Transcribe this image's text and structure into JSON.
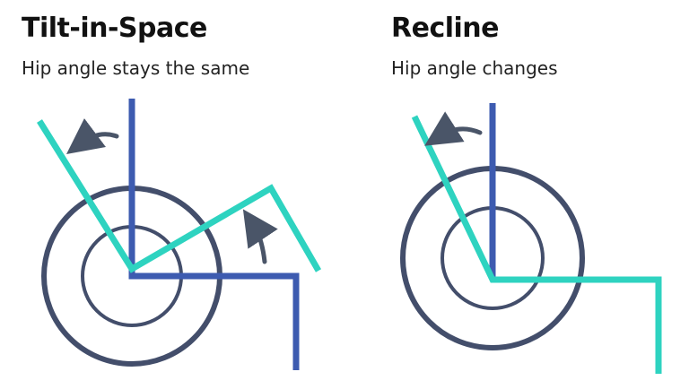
{
  "panels": [
    {
      "title": "Tilt-in-Space",
      "subtitle": "Hip angle stays the same"
    },
    {
      "title": "Recline",
      "subtitle": "Hip angle changes"
    }
  ],
  "colors": {
    "frame_blue": "#3d5bb0",
    "seat_teal": "#2ed3c0",
    "wheel_navy": "#434e6b",
    "arrow_gray": "#4a5568",
    "text": "#111111"
  },
  "icons": {
    "rotation_arrow": "curved-arrow-icon"
  }
}
